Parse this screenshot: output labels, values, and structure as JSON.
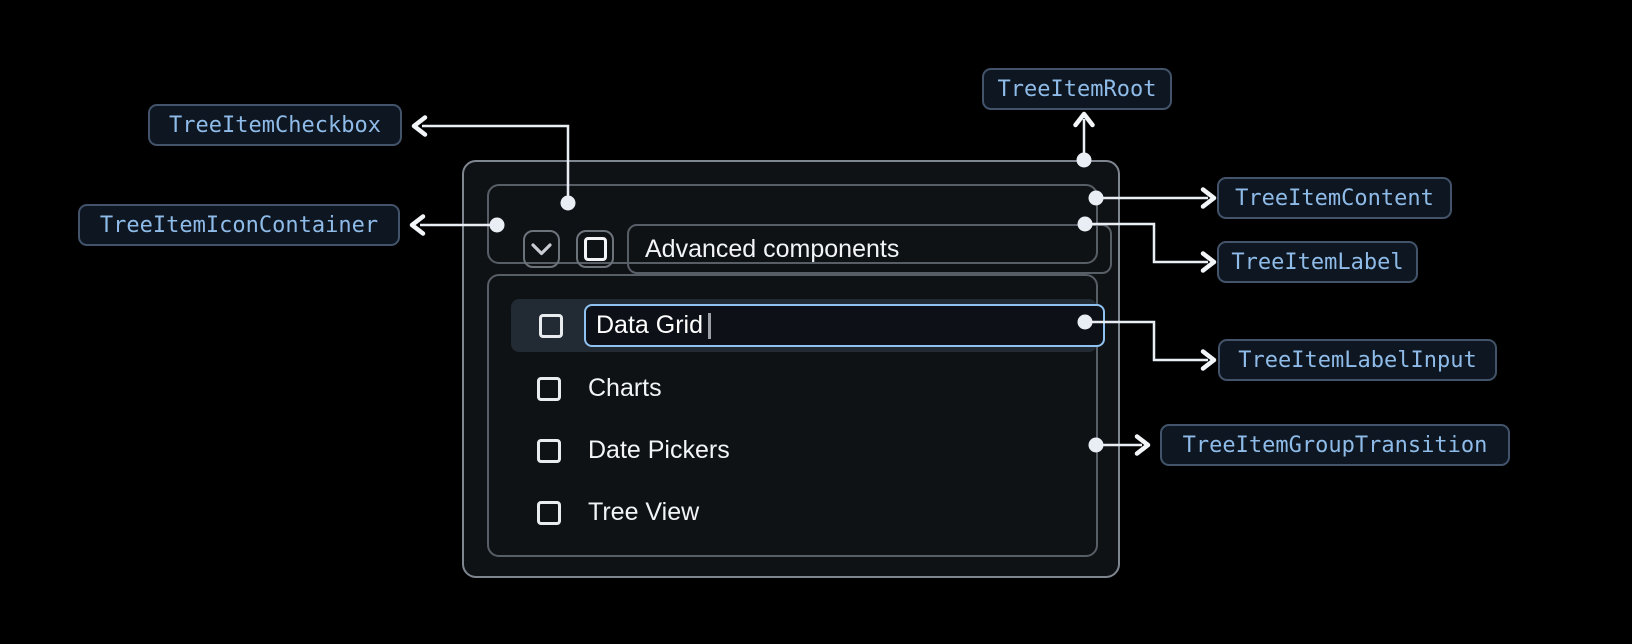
{
  "diagram": {
    "badges": {
      "root": "TreeItemRoot",
      "checkbox": "TreeItemCheckbox",
      "icon_container": "TreeItemIconContainer",
      "content": "TreeItemContent",
      "label": "TreeItemLabel",
      "label_input": "TreeItemLabelInput",
      "group_transition": "TreeItemGroupTransition"
    },
    "icons": {
      "expand": "chevron-down-icon",
      "parent_checkbox": "checkbox-unchecked-icon",
      "item_checkbox": "checkbox-unchecked-icon"
    },
    "colors": {
      "background": "#000000",
      "badge_text": "#8fbbe8",
      "badge_border": "#42536a",
      "badge_background": "#0d1621",
      "input_focus_border": "#8fc2f0",
      "structure_border": "#575e66",
      "root_border": "#7e8690",
      "connector": "#e9eef5",
      "item_text": "#f2f4f6",
      "editing_row_background": "#222a33"
    }
  },
  "tree": {
    "parent": {
      "label": "Advanced components",
      "expanded": true
    },
    "children": [
      {
        "label": "Data Grid",
        "editing": true
      },
      {
        "label": "Charts",
        "editing": false
      },
      {
        "label": "Date Pickers",
        "editing": false
      },
      {
        "label": "Tree View",
        "editing": false
      }
    ]
  }
}
